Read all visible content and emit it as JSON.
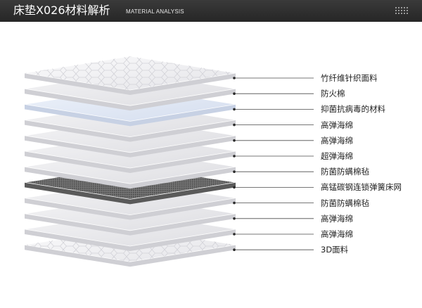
{
  "header": {
    "title": "床垫X026材料解析",
    "subtitle": "MATERIAL ANALYSIS",
    "menu_icon": "grid-dots-icon",
    "background": "#2b2b2b"
  },
  "layers": [
    {
      "label": "竹纤维针织面料",
      "material": "quilted"
    },
    {
      "label": "防火棉",
      "material": "plain"
    },
    {
      "label": "抑菌抗病毒的材料",
      "material": "blue"
    },
    {
      "label": "高弹海绵",
      "material": "plain"
    },
    {
      "label": "高弹海绵",
      "material": "plain"
    },
    {
      "label": "超弹海绵",
      "material": "plain"
    },
    {
      "label": "防菌防螨棉毡",
      "material": "plain"
    },
    {
      "label": "高锰碳钢连锁弹簧床网",
      "material": "mesh"
    },
    {
      "label": "防菌防螨棉毡",
      "material": "plain"
    },
    {
      "label": "高弹海绵",
      "material": "plain"
    },
    {
      "label": "高弹海绵",
      "material": "plain"
    },
    {
      "label": "3D面料",
      "material": "quilted"
    }
  ]
}
